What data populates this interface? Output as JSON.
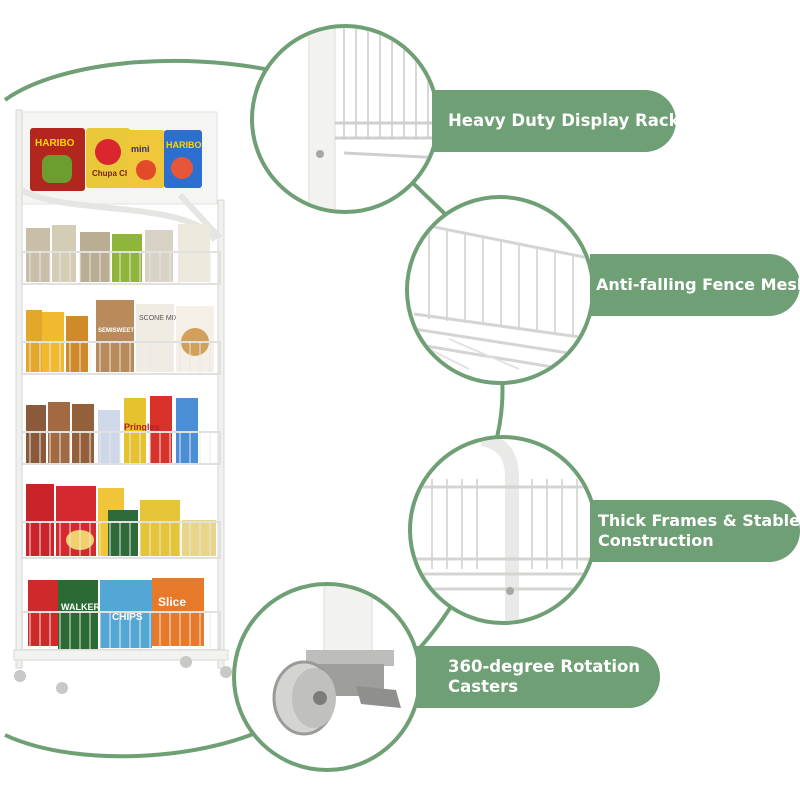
{
  "colors": {
    "accent": "#6f9f74",
    "frame": "#f4f4f2",
    "wire": "#dcdcdc"
  },
  "features": [
    {
      "label": "Heavy Duty Display Rack"
    },
    {
      "label": "Anti-falling Fence Mesh"
    },
    {
      "label": "Thick Frames & Stable\nConstruction"
    },
    {
      "label": "360-degree Rotation\nCasters"
    }
  ],
  "packages": {
    "haribo_1": "HARIBO",
    "chupa_chups": "Chupa Chups",
    "mini": "mini",
    "haribo_2": "HARIBO",
    "scone_mix": "SCONE MIX",
    "chocolate_chunks": "SEMISWEET CHOCOLATE CHUNKS",
    "pringles": "Pringles",
    "walkers": "WALKERS",
    "slice": "Slice",
    "chips": "CHIPS"
  }
}
